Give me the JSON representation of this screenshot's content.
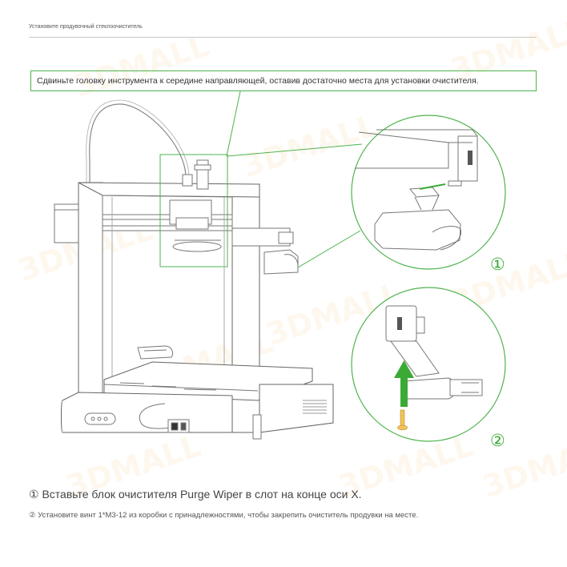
{
  "header": {
    "title": "Установите продувочный стеклоочиститель"
  },
  "callout": {
    "text": "Сдвиньте головку инструмента к середине направляющей, оставив достаточно места для установки очистителя."
  },
  "steps": [
    {
      "number": "①"
    },
    {
      "number": "②"
    }
  ],
  "captions": {
    "step1": "① Вставьте блок очистителя Purge Wiper в слот на конце оси X.",
    "step2": "② Установите винт 1*M3-12 из коробки с принадлежностями, чтобы закрепить очиститель продувки на месте."
  },
  "watermark": {
    "text": "3DMALL"
  },
  "colors": {
    "accent": "#3aaa35",
    "outline": "#4db34d",
    "line_art": "#777777",
    "watermark": "#f3b45a"
  }
}
